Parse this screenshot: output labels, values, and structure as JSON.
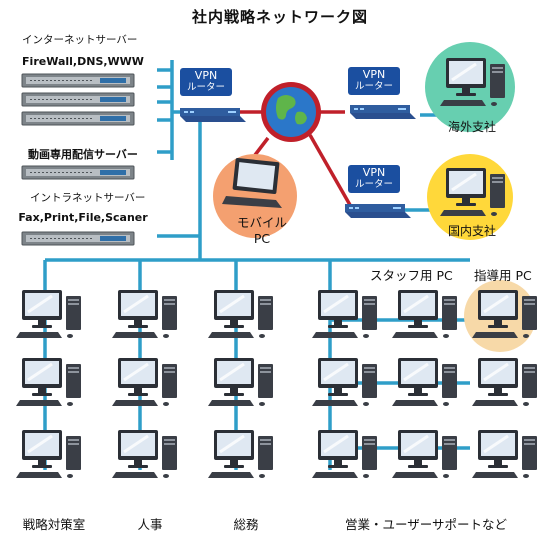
{
  "diagram": {
    "title": "社内戦略ネットワーク図",
    "internet_servers": {
      "caption": "インターネットサーバー",
      "label": "FireWall,DNS,WWW"
    },
    "streaming_server": {
      "label": "動画専用配信サーバー"
    },
    "intranet_server": {
      "caption": "イントラネットサーバー",
      "label": "Fax,Print,File,Scaner"
    },
    "vpn_routers": [
      {
        "line1": "VPN",
        "line2": "ルーター"
      },
      {
        "line1": "VPN",
        "line2": "ルーター"
      },
      {
        "line1": "VPN",
        "line2": "ルーター"
      }
    ],
    "mobile_pc": {
      "line1": "モバイル",
      "line2": "PC"
    },
    "overseas_branch": "海外支社",
    "domestic_branch": "国内支社",
    "staff_pc_label": "スタッフ用 PC",
    "instructor_pc_label": "指導用 PC",
    "departments": [
      "戦略対策室",
      "人事",
      "総務",
      "営業・ユーザーサポートなど"
    ],
    "colors": {
      "line": "#2f9ec8",
      "red_line": "#c0202a",
      "pink_box": "#f6b8c6",
      "blue_box": "#b9dcec",
      "vpn_tag": "#1b4fa0",
      "overseas_circle": "#67cfb0",
      "domestic_circle": "#ffd83a",
      "mobile_circle": "#f4a070",
      "instructor_circle": "#f7d9a8"
    }
  }
}
